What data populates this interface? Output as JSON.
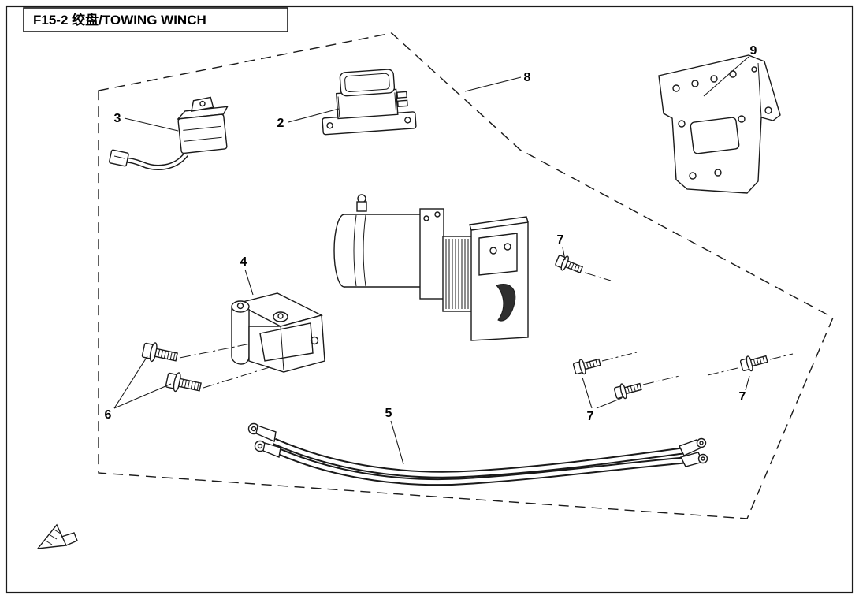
{
  "diagram": {
    "title": "F15-2 绞盘/TOWING WINCH",
    "callouts": {
      "n2": "2",
      "n3": "3",
      "n4": "4",
      "n5": "5",
      "n6": "6",
      "n7a": "7",
      "n7b": "7",
      "n7c": "7",
      "n8": "8",
      "n9": "9"
    }
  }
}
